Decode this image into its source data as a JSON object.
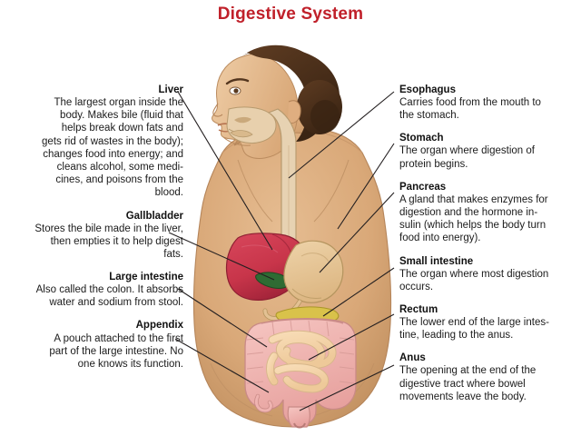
{
  "title": "Digestive System",
  "theme": {
    "title_color": "#c0202a",
    "text_color": "#111111",
    "skin": "#d9a878",
    "skin_shadow": "#c08f5f",
    "hair": "#4a2f1c",
    "liver": "#c8354a",
    "gallbladder": "#2f6b33",
    "stomach": "#e3c193",
    "pancreas": "#d9c24a",
    "large_intestine": "#efb3b0",
    "small_intestine": "#f3d2a8",
    "leader_line": "#231f20",
    "background": "#ffffff"
  },
  "left_column": [
    {
      "term": "Liver",
      "desc": "The largest organ inside the\nbody. Makes bile (fluid that\nhelps break down fats and\ngets rid of wastes in the body);\nchanges food into energy; and\ncleans alcohol, some medi-\ncines, and poisons from the\nblood."
    },
    {
      "term": "Gallbladder",
      "desc": "Stores the bile made in the liver,\nthen empties it to help digest\nfats."
    },
    {
      "term": "Large intestine",
      "desc": "Also called the colon. It absorbs\nwater and sodium from stool."
    },
    {
      "term": "Appendix",
      "desc": "A pouch attached to the first\npart of the large intestine. No\none knows its function."
    }
  ],
  "right_column": [
    {
      "term": "Esophagus",
      "desc": "Carries food from the mouth to\nthe stomach."
    },
    {
      "term": "Stomach",
      "desc": "The organ where digestion of\nprotein begins."
    },
    {
      "term": "Pancreas",
      "desc": "A gland that makes enzymes for\ndigestion and the hormone in-\nsulin (which helps the body turn\nfood into energy)."
    },
    {
      "term": "Small intestine",
      "desc": "The organ where most digestion\noccurs."
    },
    {
      "term": "Rectum",
      "desc": "The lower end of the large intes-\ntine, leading to the anus."
    },
    {
      "term": "Anus",
      "desc": "The opening at the end of the\ndigestive tract where bowel\nmovements leave the body."
    }
  ],
  "illustration": {
    "subject": "female-torso-profile-digestive-anatomy",
    "organs": [
      "esophagus",
      "stomach",
      "liver",
      "gallbladder",
      "pancreas",
      "small-intestine",
      "large-intestine",
      "appendix",
      "rectum",
      "anus"
    ]
  }
}
